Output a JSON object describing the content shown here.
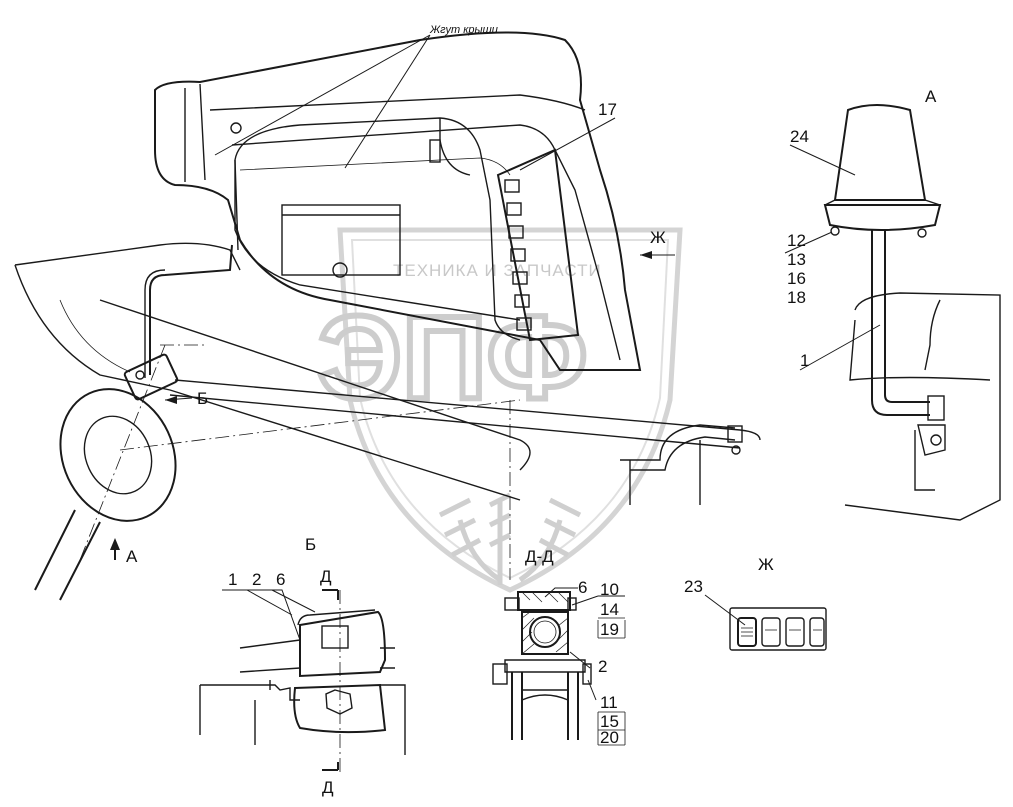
{
  "callouts": {
    "roof_harness": "Жгут крыши",
    "part_17": "17",
    "view_a_title": "А",
    "part_24": "24",
    "part_12": "12",
    "part_13": "13",
    "part_16": "16",
    "part_18": "18",
    "part_1_right": "1",
    "arrow_zh": "Ж",
    "arrow_b": "Б",
    "arrow_a": "А",
    "view_b_title": "Б",
    "b_part_1": "1",
    "b_part_2": "2",
    "b_part_6": "6",
    "section_d_top": "Д",
    "section_d_bottom": "Д",
    "section_dd_title": "Д-Д",
    "dd_part_6": "6",
    "dd_part_10": "10",
    "dd_part_14": "14",
    "dd_part_19": "19",
    "dd_part_2": "2",
    "dd_part_11": "11",
    "dd_part_15": "15",
    "dd_part_20": "20",
    "view_zh_title": "Ж",
    "part_23": "23"
  },
  "watermark": {
    "company": "ТЕХНИКА И ЗАПЧАСТИ",
    "logo": "ЭПФ"
  }
}
